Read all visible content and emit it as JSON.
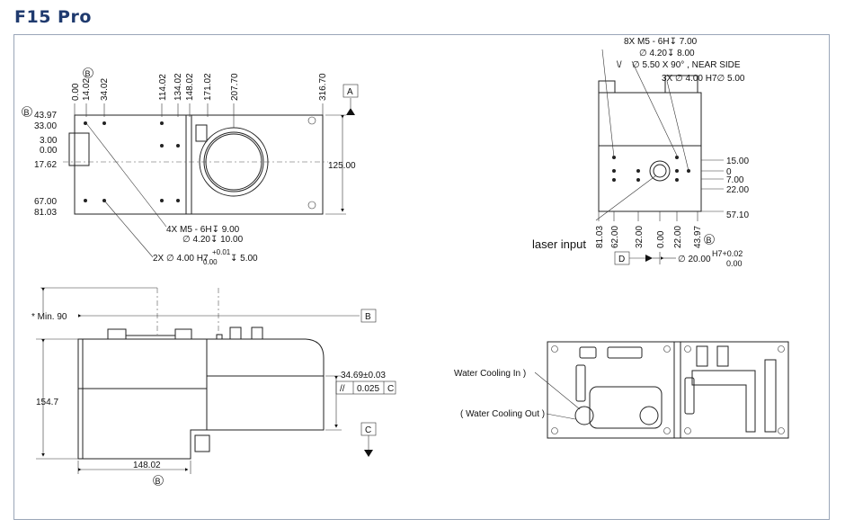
{
  "title": "F15 Pro",
  "top_view": {
    "x_dims": [
      "0.00",
      "14.02",
      "34.02",
      "114.02",
      "134.02",
      "148.02",
      "171.02",
      "207.70",
      "316.70"
    ],
    "y_dims": [
      "43.97",
      "33.00",
      "3.00",
      "0.00",
      "17.62",
      "67.00",
      "81.03"
    ],
    "height_dim": "125.00",
    "datum_a": "A",
    "datum_b": "B",
    "note_holes_1": "4X  M5 - 6H↧ 9.00",
    "note_holes_2": "∅ 4.20↧ 10.00",
    "note_pins_1": "2X ∅ 4.00 H7",
    "note_pins_tol_up": "+0.01",
    "note_pins_tol_dn": "0.00",
    "note_pins_depth": "↧ 5.00"
  },
  "side_view": {
    "note_1": "8X  M5 - 6H↧ 7.00",
    "note_2": "∅ 4.20↧ 8.00",
    "note_3": "∅ 5.50 X 90° , NEAR SIDE",
    "note_4": "3X ∅ 4.00 H7∅ 5.00",
    "right_dims": [
      "15.00",
      "0",
      "7.00",
      "22.00",
      "57.10"
    ],
    "bottom_dims": [
      "81.03",
      "62.00",
      "32.00",
      "0.00",
      "22.00",
      "43.97"
    ],
    "laser_label": "laser input",
    "datum_d": "D",
    "bore_dim": "∅ 20.00",
    "bore_tol_up": "H7+0.02",
    "bore_tol_dn": "0.00"
  },
  "front_view": {
    "min_label": "* Min. 90",
    "height_dim": "154.7",
    "width_dim": "148.02",
    "datum_b": "B",
    "datum_c": "C",
    "pos_dim": "34.69±0.03",
    "tol_sym": "//",
    "tol_val": "0.025",
    "tol_ref": "C"
  },
  "back_view": {
    "cooling_in": "Water Cooling In )",
    "cooling_out": "( Water Cooling Out )"
  }
}
